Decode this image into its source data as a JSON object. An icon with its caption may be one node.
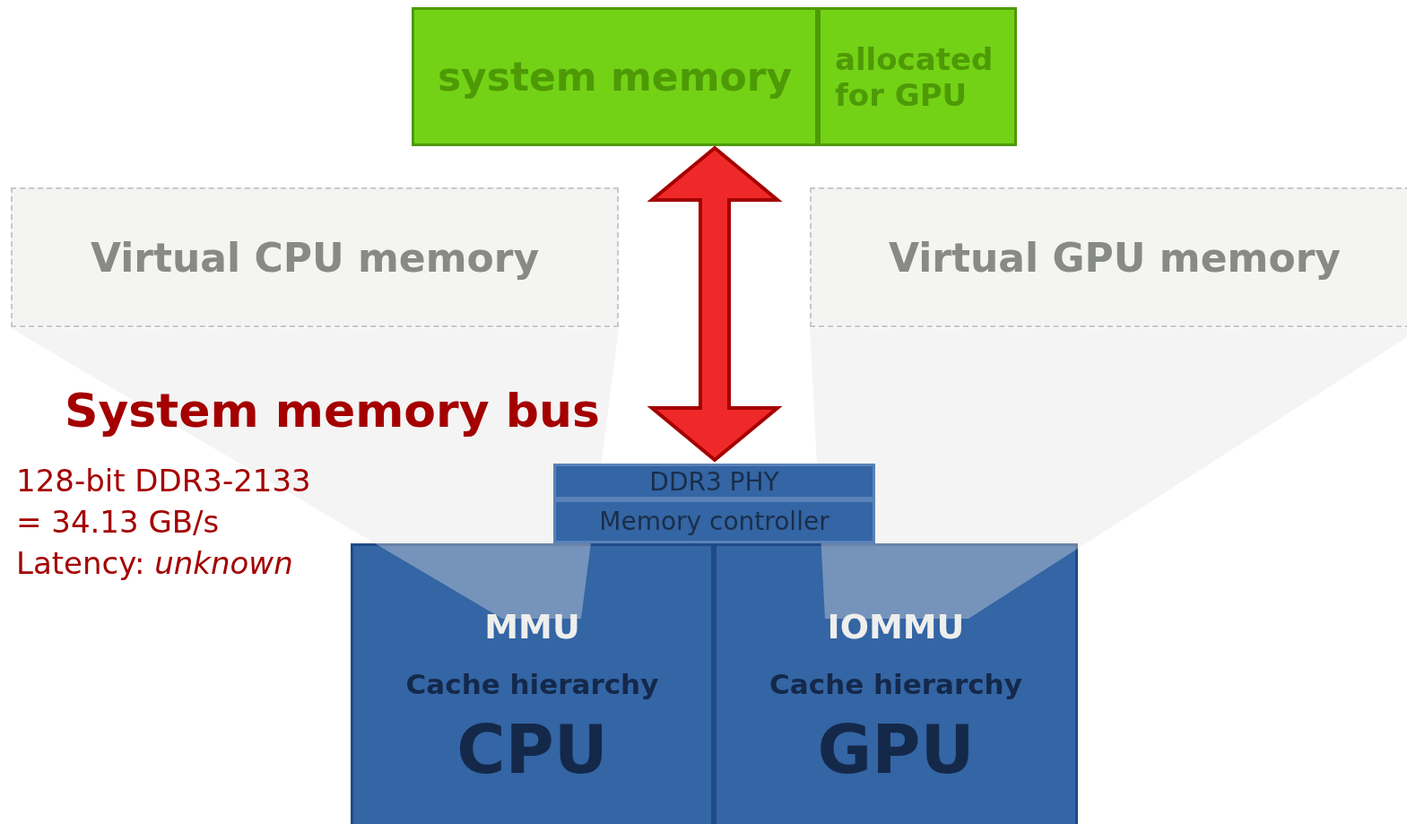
{
  "diagram": {
    "nodes": [
      {
        "text": [
          "system memory"
        ]
      },
      {
        "text": [
          "allocated for GPU"
        ]
      },
      {
        "text": [
          "Virtual CPU memory"
        ]
      },
      {
        "text": [
          "Virtual GPU memory"
        ]
      },
      {
        "text": [
          "DDR3 PHY"
        ]
      },
      {
        "text": [
          "Memory controller"
        ]
      },
      {
        "text": [
          "MMU",
          "Cache hierarchy",
          "CPU"
        ]
      },
      {
        "text": [
          "IOMMU",
          "Cache hierarchy",
          "GPU"
        ]
      }
    ],
    "edges": [
      {
        "from": 0,
        "to": 4,
        "arrow": "both",
        "label": "System memory bus"
      }
    ],
    "labels": [
      "128-bit DDR3-2133",
      "= 34.13 GB/s",
      "Latency: *unknown*"
    ]
  }
}
